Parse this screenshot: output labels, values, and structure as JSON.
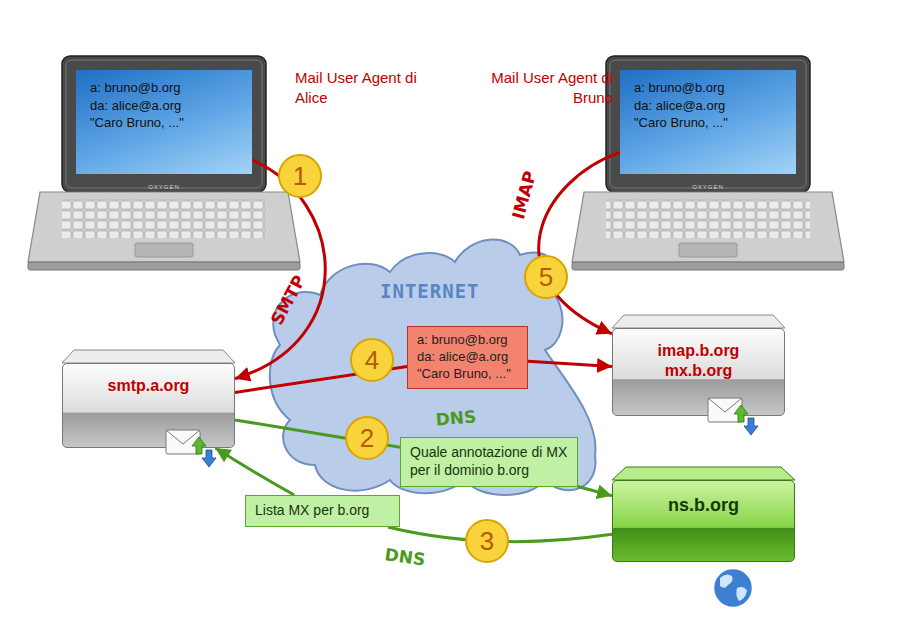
{
  "diagram": {
    "nodes": [
      {
        "text": [
          "a: bruno@b.org",
          "da: alice@a.org",
          "\"Caro Bruno, ...\""
        ]
      },
      {
        "text": [
          "a: bruno@b.org",
          "da: alice@a.org",
          "\"Caro Bruno, ...\""
        ]
      },
      {
        "text": [
          "INTERNET"
        ]
      },
      {
        "text": [
          "smtp.a.org"
        ]
      },
      {
        "text": [
          "a: bruno@b.org",
          "da: alice@a.org",
          "\"Caro Bruno, ...\""
        ]
      },
      {
        "text": [
          "imap.b.org",
          "mx.b.org"
        ]
      },
      {
        "text": [
          "Quale annotazione di MX per il dominio b.org"
        ]
      },
      {
        "text": [
          "Lista MX per b.org"
        ]
      },
      {
        "text": [
          "ns.b.org"
        ]
      }
    ],
    "edges": [
      {
        "from": 0,
        "to": 3,
        "arrow": "to",
        "label": "SMTP"
      },
      {
        "from": 3,
        "to": 4,
        "arrow": "none"
      },
      {
        "from": 4,
        "to": 5,
        "arrow": "to"
      },
      {
        "from": 3,
        "to": 6,
        "arrow": "none",
        "label": "DNS"
      },
      {
        "from": 6,
        "to": 8,
        "arrow": "to"
      },
      {
        "from": 8,
        "to": 7,
        "arrow": "none",
        "label": "DNS"
      },
      {
        "from": 7,
        "to": 3,
        "arrow": "to"
      },
      {
        "from": 1,
        "to": 5,
        "arrow": "to",
        "label": "IMAP"
      }
    ],
    "labels": [
      "Mail User Agent di Alice",
      "Mail User Agent di Bruno",
      "1",
      "2",
      "3",
      "4",
      "5",
      "OXYGEN",
      "OXYGEN"
    ]
  }
}
